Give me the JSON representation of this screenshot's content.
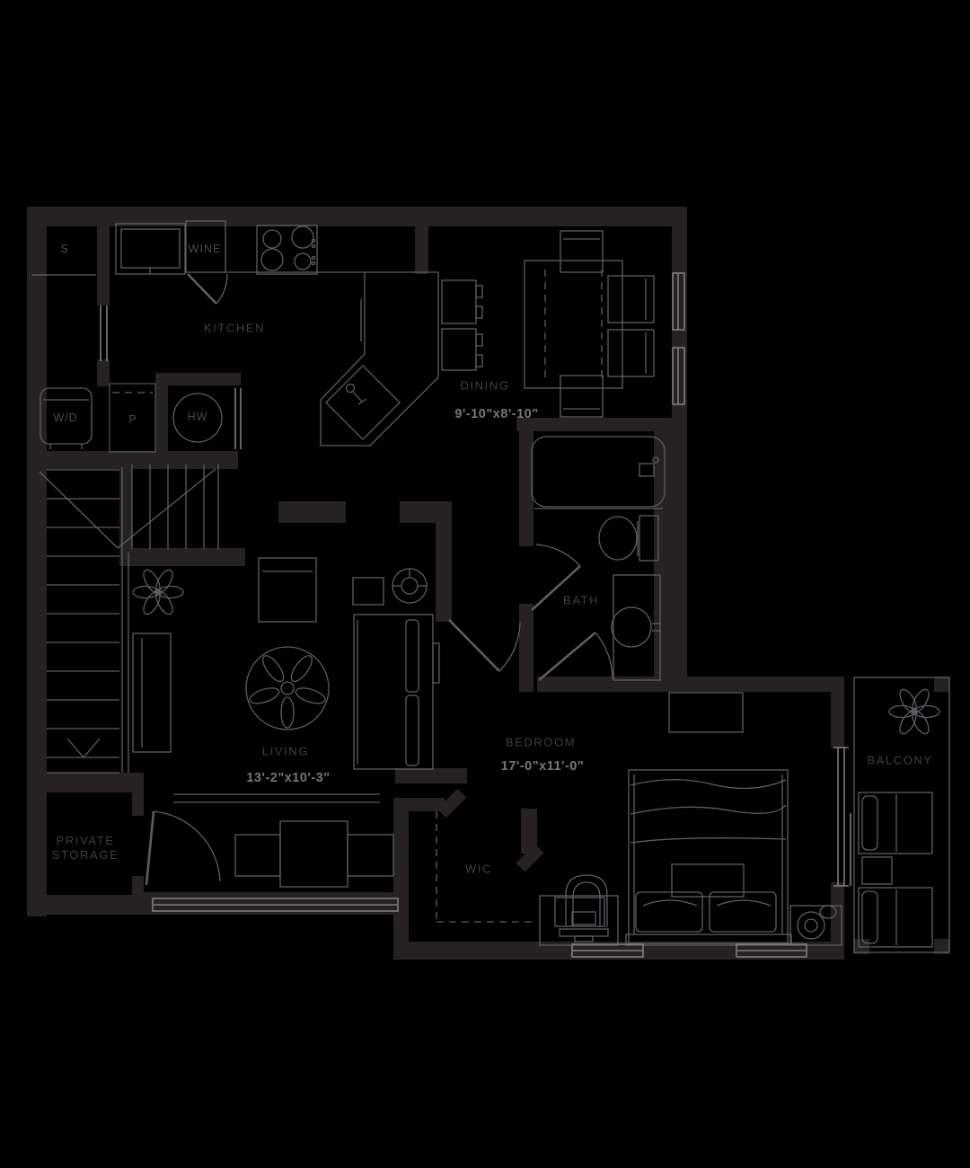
{
  "colors": {
    "background": "#000000",
    "wall_fill": "#262223",
    "furniture_line": "#5d5e62",
    "window_line": "#7d7e82",
    "room_label": "#3e3f43",
    "fixture_label": "#494a4e",
    "dimension_text": "#76777b"
  },
  "rooms": {
    "kitchen": {
      "label": "KITCHEN"
    },
    "dining": {
      "label": "DINING",
      "dims": "9'-10\"x8'-10\""
    },
    "bath": {
      "label": "BATH"
    },
    "living": {
      "label": "LIVING",
      "dims": "13'-2\"x10'-3\""
    },
    "bedroom": {
      "label": "BEDROOM",
      "dims": "17'-0\"x11'-0\""
    },
    "wic": {
      "label": "WIC"
    },
    "private_storage": {
      "label": "PRIVATE STORAGE"
    },
    "balcony": {
      "label": "BALCONY"
    }
  },
  "fixtures": {
    "storage_closet": {
      "label": "S"
    },
    "wine_cooler": {
      "label": "WINE"
    },
    "washer_dryer": {
      "label": "W/D"
    },
    "pantry": {
      "label": "P"
    },
    "water_heater": {
      "label": "HW"
    }
  }
}
